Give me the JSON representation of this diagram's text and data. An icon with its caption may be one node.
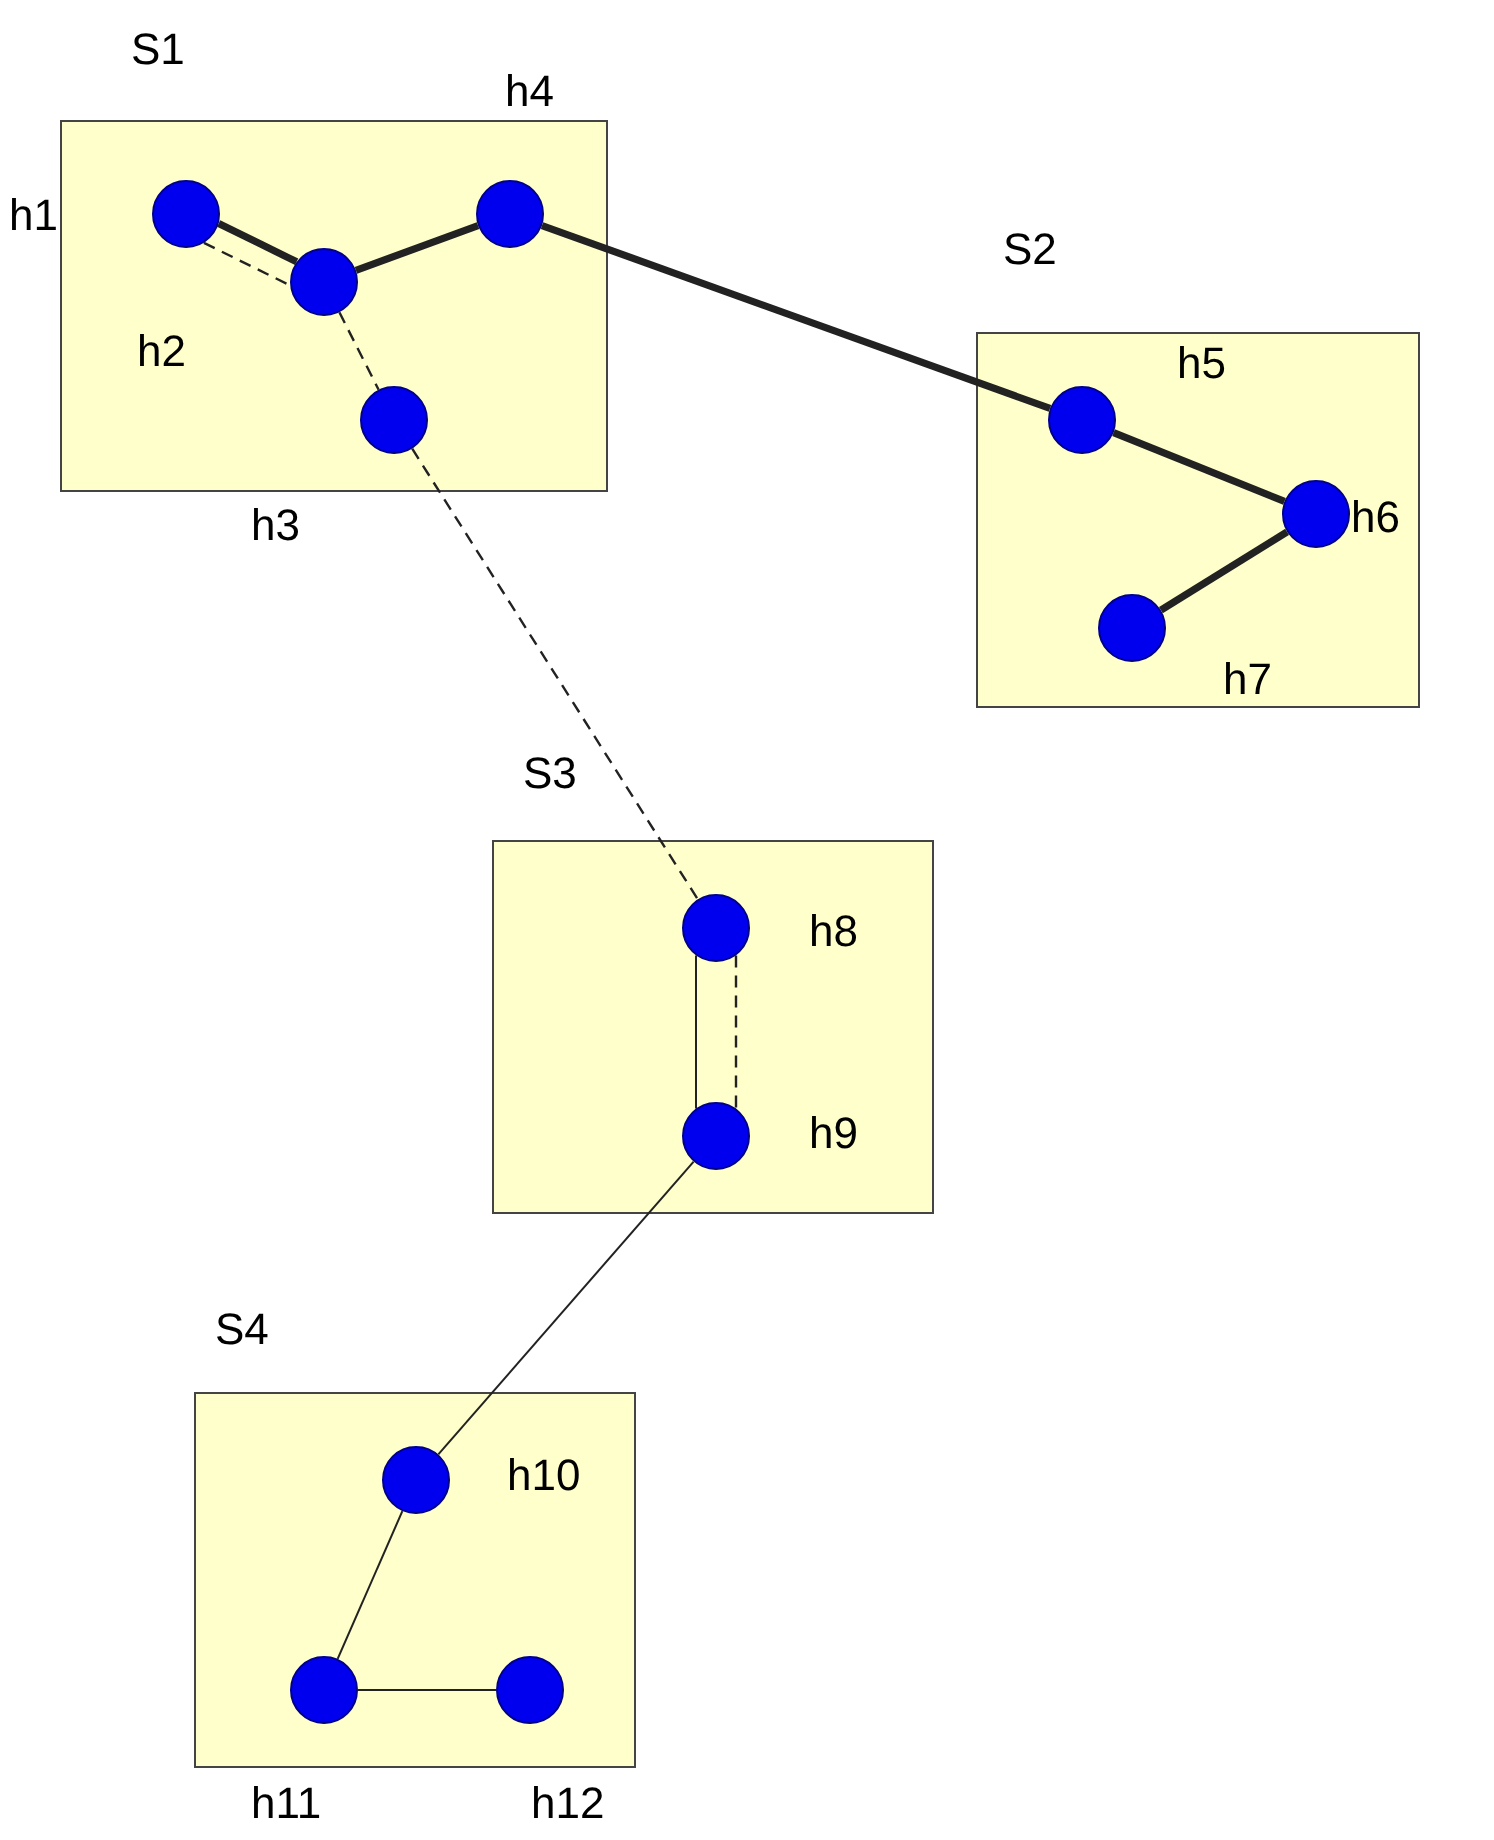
{
  "diagram": {
    "nodes": [
      {
        "text": [
          "S1"
        ]
      },
      {
        "text": [
          "h1"
        ],
        "in": 0
      },
      {
        "text": [
          "h2"
        ],
        "in": 0
      },
      {
        "text": [
          "h3"
        ],
        "in": 0
      },
      {
        "text": [
          "h4"
        ],
        "in": 0
      },
      {
        "text": [
          "S2"
        ]
      },
      {
        "text": [
          "h5"
        ],
        "in": 5
      },
      {
        "text": [
          "h6"
        ],
        "in": 5
      },
      {
        "text": [
          "h7"
        ],
        "in": 5
      },
      {
        "text": [
          "S3"
        ]
      },
      {
        "text": [
          "h8"
        ],
        "in": 9
      },
      {
        "text": [
          "h9"
        ],
        "in": 9
      },
      {
        "text": [
          "S4"
        ]
      },
      {
        "text": [
          "h10"
        ],
        "in": 12
      },
      {
        "text": [
          "h11"
        ],
        "in": 12
      },
      {
        "text": [
          "h12"
        ],
        "in": 12
      }
    ],
    "edges": [
      {
        "from": 1,
        "to": 2,
        "arrow": "none",
        "style": "thick"
      },
      {
        "from": 2,
        "to": 4,
        "arrow": "none",
        "style": "thick"
      },
      {
        "from": 4,
        "to": 6,
        "arrow": "none",
        "style": "thick"
      },
      {
        "from": 6,
        "to": 7,
        "arrow": "none",
        "style": "thick"
      },
      {
        "from": 7,
        "to": 8,
        "arrow": "none",
        "style": "thick"
      },
      {
        "from": 1,
        "to": 2,
        "arrow": "none",
        "style": "dashed"
      },
      {
        "from": 2,
        "to": 3,
        "arrow": "none",
        "style": "dashed"
      },
      {
        "from": 3,
        "to": 10,
        "arrow": "none",
        "style": "dashed"
      },
      {
        "from": 10,
        "to": 11,
        "arrow": "none",
        "style": "dashed"
      },
      {
        "from": 10,
        "to": 11,
        "arrow": "none"
      },
      {
        "from": 11,
        "to": 13,
        "arrow": "none"
      },
      {
        "from": 13,
        "to": 14,
        "arrow": "none"
      },
      {
        "from": 14,
        "to": 15,
        "arrow": "none"
      }
    ]
  }
}
